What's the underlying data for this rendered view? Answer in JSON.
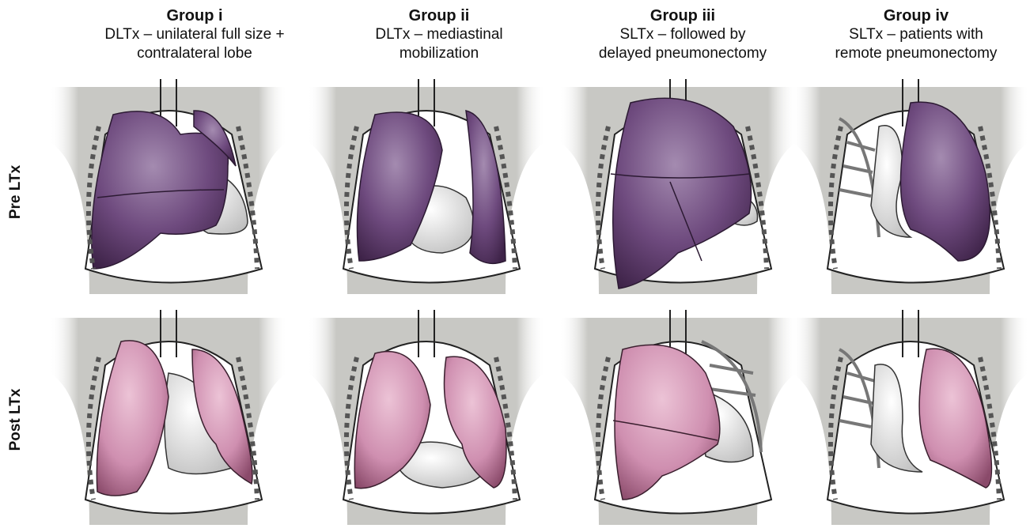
{
  "columns": [
    {
      "title": "Group i",
      "subtitle_line1": "DLTx – unilateral full size +",
      "subtitle_line2": "contralateral lobe"
    },
    {
      "title": "Group ii",
      "subtitle_line1": "DLTx – mediastinal",
      "subtitle_line2": "mobilization"
    },
    {
      "title": "Group iii",
      "subtitle_line1": "SLTx – followed by",
      "subtitle_line2": "delayed pneumonectomy"
    },
    {
      "title": "Group iv",
      "subtitle_line1": "SLTx – patients with",
      "subtitle_line2": "remote pneumonectomy"
    }
  ],
  "rows": [
    {
      "label": "Pre LTx"
    },
    {
      "label": "Post LTx"
    }
  ],
  "colors": {
    "background_body": "#c8c8c4",
    "pre_lung": "#6e4a7e",
    "pre_lung_dark": "#3e2348",
    "post_lung": "#cf8fb0",
    "post_lung_dark": "#5a2a44",
    "heart": "#f2f2f2"
  }
}
